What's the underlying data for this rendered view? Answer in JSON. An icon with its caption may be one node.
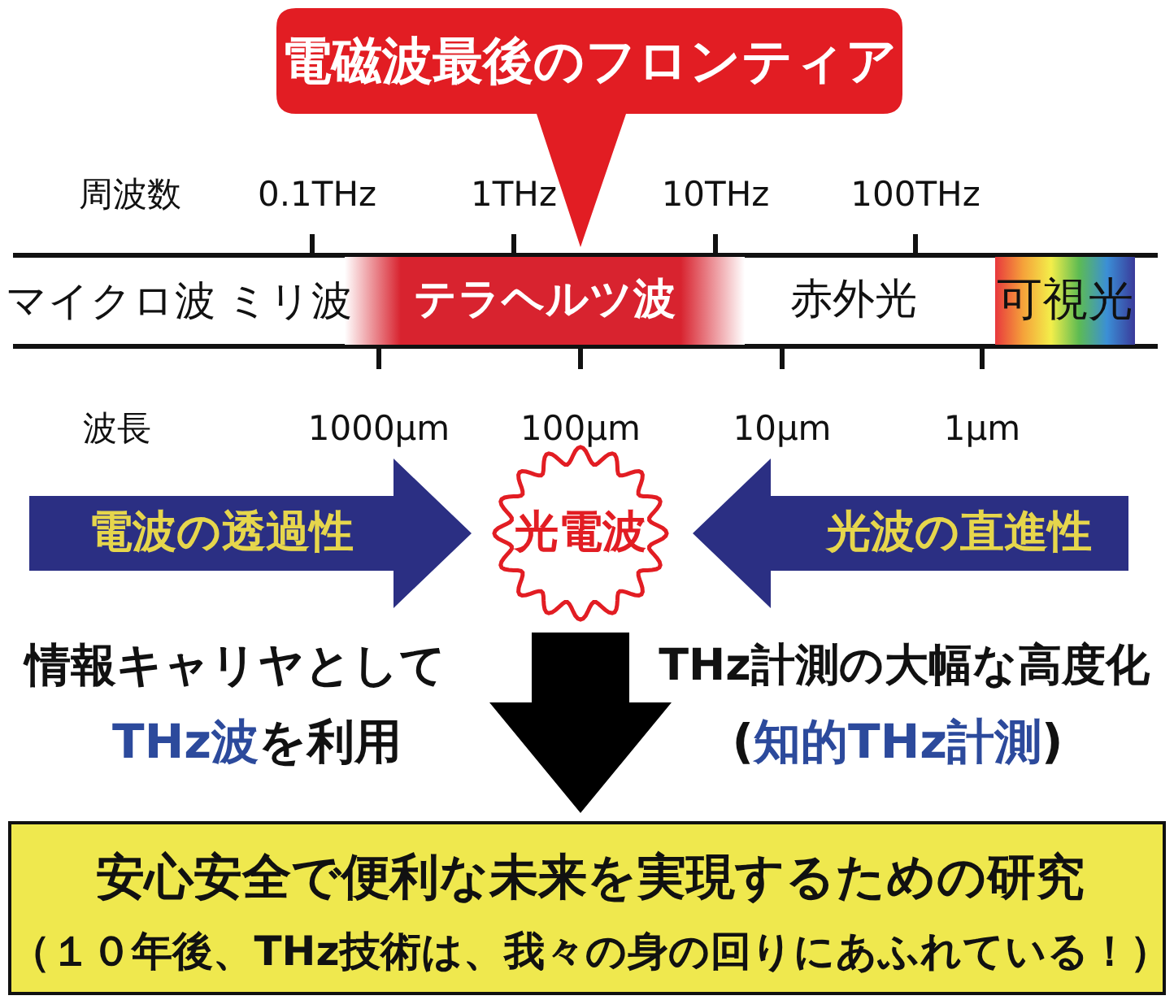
{
  "diagram": {
    "nodes": [
      {
        "text": [
          "電磁波最後のフロンティア"
        ]
      },
      {
        "text": [
          "テラヘルツ波"
        ]
      },
      {
        "text": [
          "可視光"
        ]
      },
      {
        "text": [
          "電波の透過性"
        ]
      },
      {
        "text": [
          "光電波"
        ]
      },
      {
        "text": [
          "光波の直進性"
        ]
      },
      {
        "text": [
          "安心安全で便利な未来を実現するための研究",
          "（１０年後、THz技術は、我々の身の回りにあふれている！）"
        ]
      }
    ],
    "edges": [
      {
        "from": 4,
        "to": 6,
        "arrow": "to",
        "style": "thick"
      }
    ],
    "labels": [
      "周波数",
      "0.1THz",
      "1THz",
      "10THz",
      "100THz",
      "マイクロ波",
      "ミリ波",
      "赤外光",
      "波長",
      "1000μm",
      "100μm",
      "10μm",
      "1μm",
      "情報キャリヤとして",
      "THz計測の大幅な高度化",
      "THz波",
      "を利用",
      "(",
      "知的THz計測",
      ")"
    ]
  }
}
